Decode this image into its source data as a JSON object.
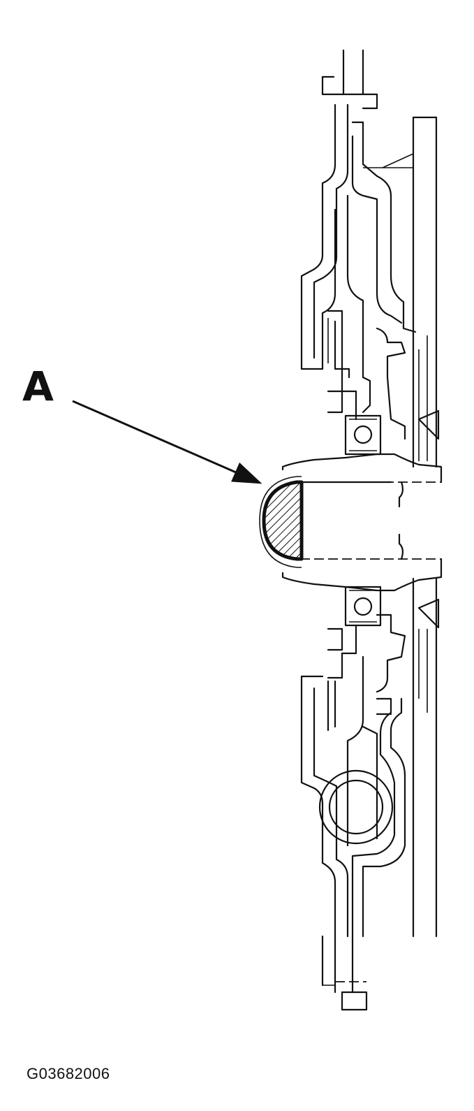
{
  "callout": {
    "label": "A",
    "target": "seal"
  },
  "figure_id": "G03682006",
  "icons": [
    "assembly-cross-section",
    "callout-arrow",
    "seal-hatch",
    "ball-bearing"
  ]
}
